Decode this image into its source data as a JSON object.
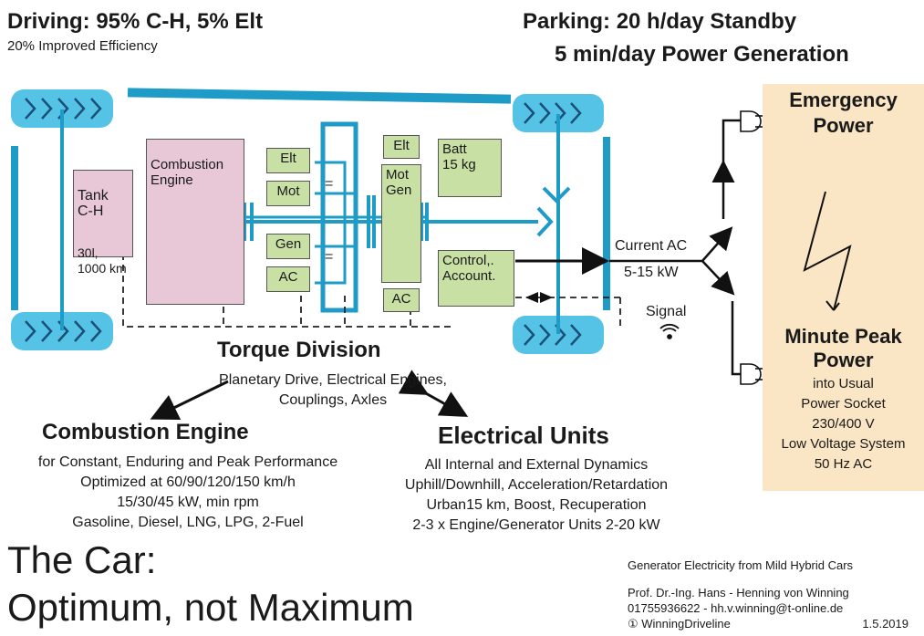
{
  "header": {
    "driving_title": "Driving: 95% C-H, 5% Elt",
    "driving_sub": "20% Improved Efficiency",
    "parking_line1": "Parking: 20 h/day Standby",
    "parking_line2": "5 min/day Power Generation"
  },
  "components": {
    "tank": "Tank\nC-H",
    "tank_spec": "30l,\n1000 km",
    "combustion_engine": "Combustion\nEngine",
    "elt_left": "Elt",
    "mot": "Mot",
    "gen": "Gen",
    "ac_left": "AC",
    "elt_right": "Elt",
    "mot_gen": "Mot\nGen",
    "ac_right": "AC",
    "batt": "Batt\n15 kg",
    "control": "Control,.\nAccount."
  },
  "output": {
    "current_label": "Current AC",
    "power_range": "5-15 kW",
    "signal_label": "Signal"
  },
  "power_panel": {
    "emergency": "Emergency\nPower",
    "minute_peak": "Minute Peak\nPower",
    "lines": [
      "into Usual",
      "Power Socket",
      "230/400 V",
      "Low Voltage System",
      "50 Hz AC"
    ],
    "bg_color": "#fae6c4"
  },
  "torque": {
    "title": "Torque Division",
    "line1": "Planetary Drive, Electrical Engines,",
    "line2": "Couplings, Axles"
  },
  "combustion_section": {
    "title": "Combustion Engine",
    "lines": [
      "for Constant, Enduring and Peak Performance",
      "Optimized at 60/90/120/150 km/h",
      "15/30/45 kW, min rpm",
      "Gasoline, Diesel, LNG, LPG, 2-Fuel"
    ]
  },
  "electrical_section": {
    "title": "Electrical Units",
    "lines": [
      "All Internal and External Dynamics",
      "Uphill/Downhill, Acceleration/Retardation",
      "Urban15 km, Boost, Recuperation",
      "2-3 x Engine/Generator Units 2-20 kW"
    ]
  },
  "tagline": {
    "line1": "The Car:",
    "line2": "Optimum, not Maximum"
  },
  "credits": {
    "title": "Generator Electricity from Mild Hybrid Cars",
    "author": "Prof. Dr.-Ing. Hans - Henning von Winning",
    "contact": "01755936622  -  hh.v.winning@t-online.de",
    "copyright": "① WinningDriveline",
    "date": "1.5.2019"
  },
  "colors": {
    "accent_blue": "#1f9bc7",
    "tire_blue": "#55c3e6"
  }
}
